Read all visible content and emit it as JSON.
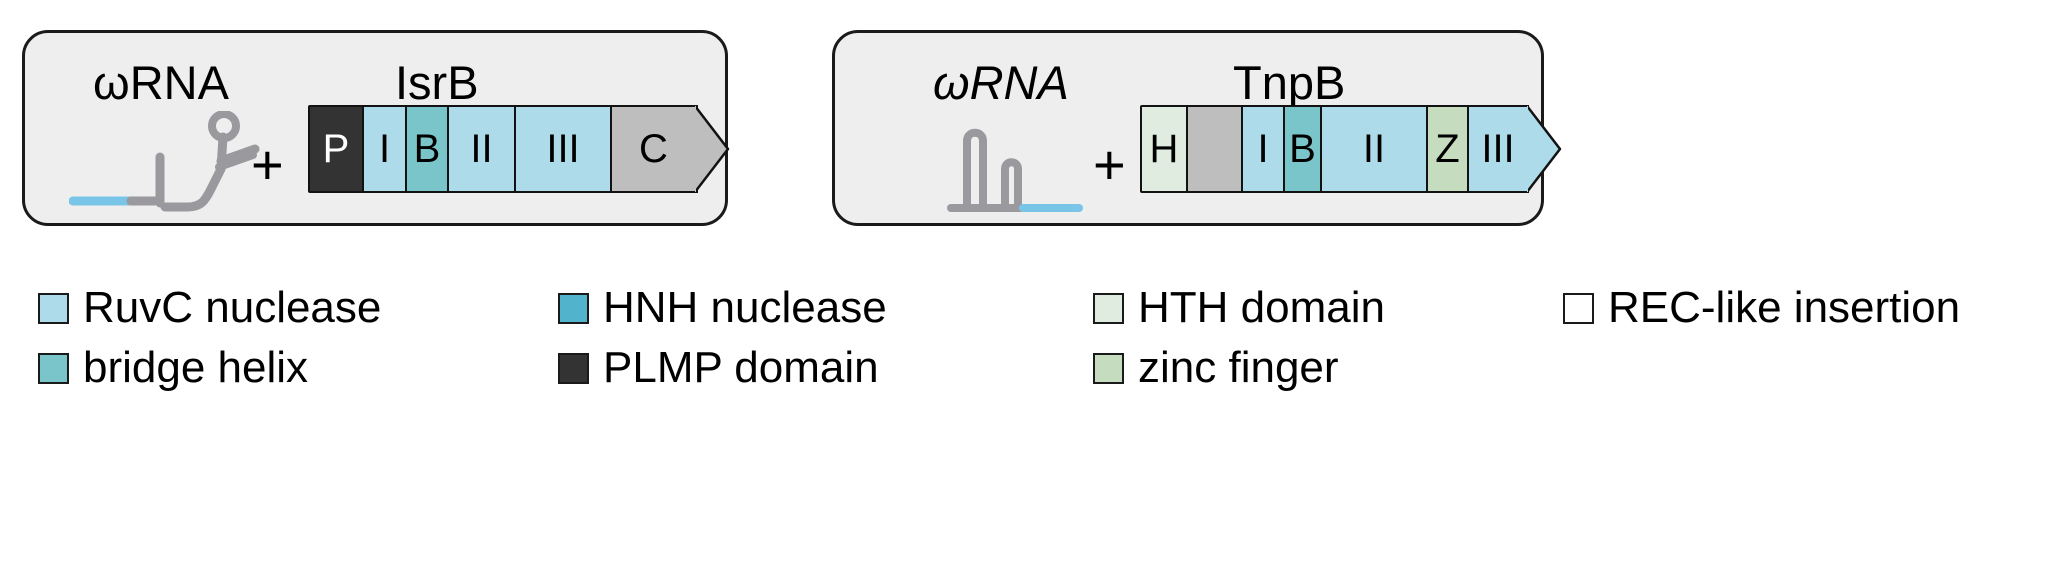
{
  "figure": {
    "kind": "protein-domain-architecture-diagram",
    "colors": {
      "panel_background": "#eeeeee",
      "panel_border": "#1a1a1a",
      "ruvc_nuclease": "#aedbea",
      "hnh_nuclease": "#79c5c9",
      "bridge_helix": "#79c5c9",
      "plmp_domain": "#333333",
      "hth_domain": "#dfecdf",
      "zinc_finger": "#c6dcbe",
      "rec_like_insertion": "#ffffff",
      "c_terminal_gray": "#bebebe",
      "rna_gray": "#9a9a9e",
      "rna_blue": "#79c5e8",
      "text": "#000000"
    }
  },
  "panels": [
    {
      "id": "isrb",
      "rna_label": "ωRNA",
      "rna_label_italic": false,
      "protein_label": "IsrB",
      "operator": "+",
      "rna_icon": "omega-rna-branched-stemloop",
      "blocks": [
        {
          "label": "P",
          "name": "plmp-domain",
          "color": "#333333",
          "width": 56,
          "text_color": "#ffffff"
        },
        {
          "label": "I",
          "name": "ruvc-i",
          "color": "#aedbea",
          "width": 46,
          "text_color": "#000000"
        },
        {
          "label": "B",
          "name": "bridge-helix",
          "color": "#79c5c9",
          "width": 44,
          "text_color": "#000000"
        },
        {
          "label": "II",
          "name": "ruvc-ii",
          "color": "#aedbea",
          "width": 70,
          "text_color": "#000000"
        },
        {
          "label": "III",
          "name": "ruvc-iii",
          "color": "#aedbea",
          "width": 98,
          "text_color": "#000000"
        },
        {
          "label": "C",
          "name": "c-terminal-domain",
          "color": "#bebebe",
          "width": 88,
          "text_color": "#000000"
        }
      ]
    },
    {
      "id": "tnpb",
      "rna_label": "ωRNA",
      "rna_label_italic": true,
      "protein_label": "TnpB",
      "operator": "+",
      "rna_icon": "omega-rna-two-hairpins",
      "blocks": [
        {
          "label": "H",
          "name": "hth-domain",
          "color": "#dfecdf",
          "width": 48,
          "text_color": "#000000"
        },
        {
          "label": "",
          "name": "rec-like-insertion-gray",
          "color": "#bebebe",
          "width": 58,
          "text_color": "#000000"
        },
        {
          "label": "I",
          "name": "ruvc-i",
          "color": "#aedbea",
          "width": 44,
          "text_color": "#000000"
        },
        {
          "label": "B",
          "name": "bridge-helix",
          "color": "#79c5c9",
          "width": 40,
          "text_color": "#000000"
        },
        {
          "label": "II",
          "name": "ruvc-ii",
          "color": "#aedbea",
          "width": 108,
          "text_color": "#000000"
        },
        {
          "label": "Z",
          "name": "zinc-finger",
          "color": "#c6dcbe",
          "width": 44,
          "text_color": "#000000"
        },
        {
          "label": "III",
          "name": "ruvc-iii",
          "color": "#aedbea",
          "width": 62,
          "text_color": "#000000"
        }
      ]
    }
  ],
  "legend": {
    "rows": [
      [
        {
          "label": "RuvC nuclease",
          "color": "#aedbea",
          "name": "legend-ruvc-nuclease"
        },
        {
          "label": "HNH nuclease",
          "color": "#52b3cd",
          "name": "legend-hnh-nuclease"
        },
        {
          "label": "HTH domain",
          "color": "#dfecdf",
          "name": "legend-hth-domain"
        },
        {
          "label": "REC-like insertion",
          "color": "#ffffff",
          "name": "legend-rec-like-insertion"
        }
      ],
      [
        {
          "label": "bridge helix",
          "color": "#79c5c9",
          "name": "legend-bridge-helix"
        },
        {
          "label": "PLMP domain",
          "color": "#333333",
          "name": "legend-plmp-domain"
        },
        {
          "label": "zinc finger",
          "color": "#c6dcbe",
          "name": "legend-zinc-finger"
        }
      ]
    ]
  }
}
